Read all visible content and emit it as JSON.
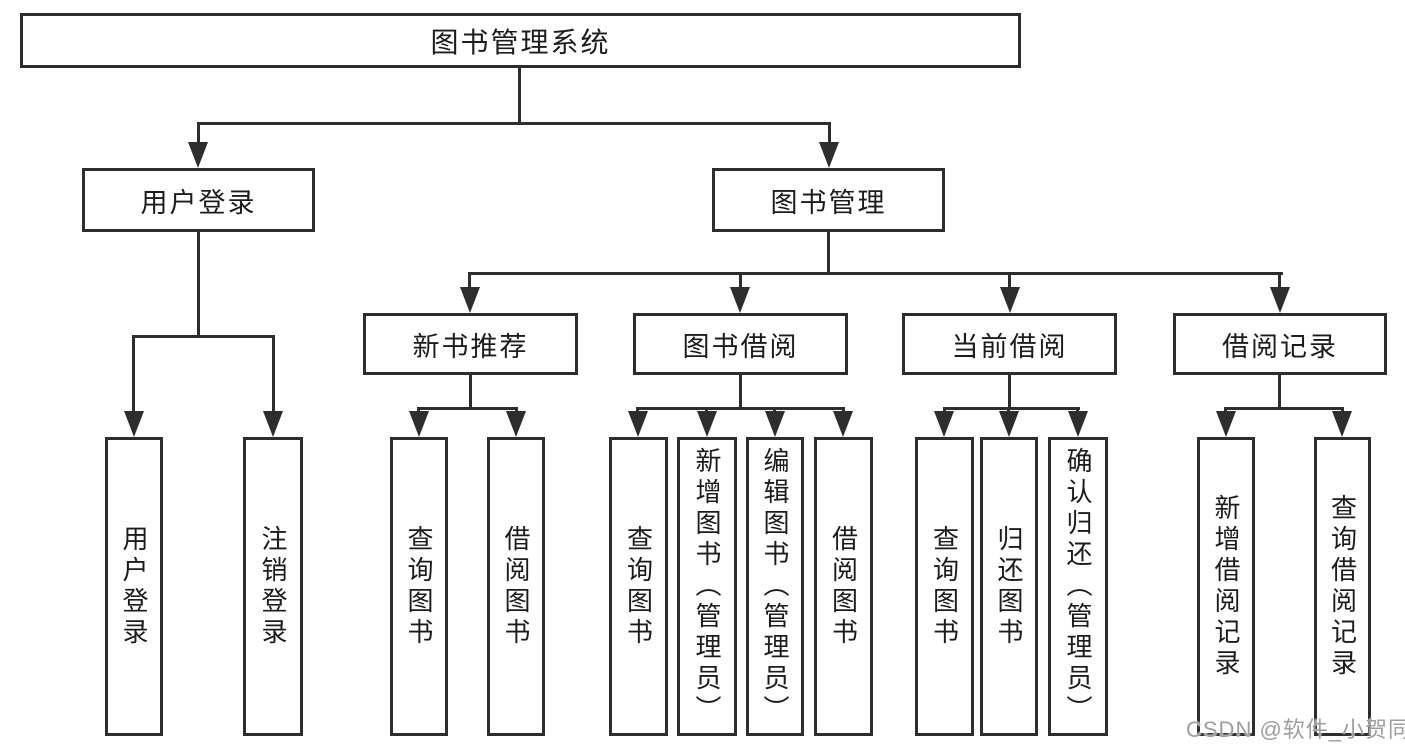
{
  "root": {
    "label": "图书管理系统"
  },
  "branches": {
    "user_login": {
      "label": "用户登录",
      "children": [
        "用户登录",
        "注销登录"
      ]
    },
    "book_mgmt": {
      "label": "图书管理"
    }
  },
  "modules": [
    {
      "label": "新书推荐",
      "children": [
        "查询图书",
        "借阅图书"
      ]
    },
    {
      "label": "图书借阅",
      "children": [
        "查询图书",
        "新增图书（管理员）",
        "编辑图书（管理员）",
        "借阅图书"
      ]
    },
    {
      "label": "当前借阅",
      "children": [
        "查询图书",
        "归还图书",
        "确认归还（管理员）"
      ]
    },
    {
      "label": "借阅记录",
      "children": [
        "新增借阅记录",
        "查询借阅记录"
      ]
    }
  ],
  "watermark": "CSDN @软件_小贺同学",
  "colors": {
    "line": "#2d2d2d",
    "text": "#1c1c1c",
    "watermark": "#9e9e9e",
    "background": "#ffffff"
  }
}
